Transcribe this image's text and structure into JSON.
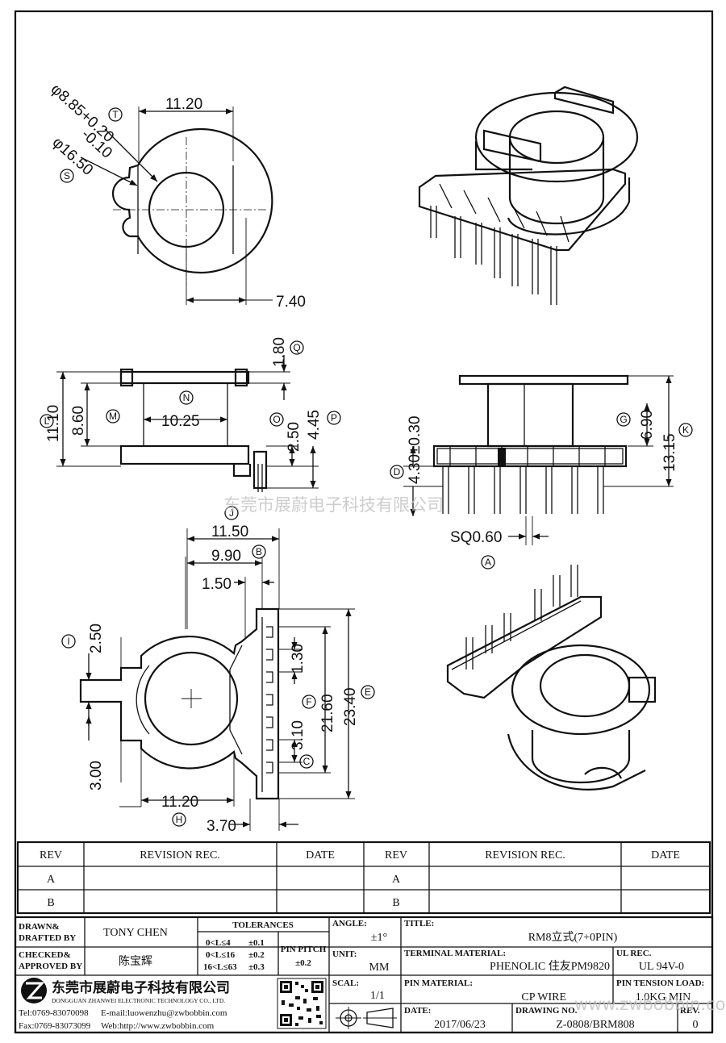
{
  "watermarks": {
    "company_cn": "东莞市展蔚电子科技有限公司",
    "website_footer": "www.zwbobbin.com"
  },
  "top_view": {
    "inner_diameter": "φ8.85+0.20",
    "inner_tolerance_low": "-0.10",
    "outer_diameter": "φ16.50",
    "width": "11.20",
    "offset": "7.40",
    "label_inner": "T",
    "label_outer": "S"
  },
  "side_view": {
    "flange_thickness": "1.80",
    "flange_thickness_label": "Q",
    "overall_height": "11.10",
    "overall_height_label": "L",
    "winding_height": "8.60",
    "winding_height_label": "M",
    "winding_width": "10.25",
    "winding_width_label": "N",
    "base_height": "2.50",
    "base_height_label": "O",
    "base_total": "4.45",
    "base_total_label": "P"
  },
  "front_view": {
    "pin_length": "4.30±0.30",
    "pin_length_label": "D",
    "body_height": "6.90",
    "body_height_label": "G",
    "total_height": "13.15",
    "total_height_label": "K",
    "pin_size": "SQ0.60",
    "pin_size_label": "A"
  },
  "bottom_view": {
    "width_total": "11.50",
    "width_total_label": "J",
    "pin_row_offset": "9.90",
    "pin_row_offset_label": "B",
    "pin_step": "1.50",
    "notch_width": "2.50",
    "notch_width_label": "I",
    "pin_gap": "1.30",
    "pin_span": "21.60",
    "pin_span_label": "F",
    "overall_length": "23.40",
    "overall_length_label": "E",
    "pitch": "3.10",
    "pitch_label": "C",
    "notch_depth": "3.00",
    "body_width": "11.20",
    "body_width_label": "H",
    "base_depth": "3.70"
  },
  "revision_table": {
    "headers": [
      "REV",
      "REVISION REC.",
      "DATE",
      "REV",
      "REVISION REC.",
      "DATE"
    ],
    "rows": [
      [
        "A",
        "",
        "",
        "A",
        "",
        ""
      ],
      [
        "B",
        "",
        "",
        "B",
        "",
        ""
      ]
    ]
  },
  "title_block": {
    "drawn_label": "DRAWN&",
    "drafted_label": "DRAFTED BY",
    "drawn_by": "TONY CHEN",
    "checked_label": "CHECKED&",
    "approved_label": "APPROVED BY",
    "approved_by": "陈宝辉",
    "tolerances_label": "TOLERANCES",
    "tol_rows": [
      {
        "range": "0<L≤4",
        "tol": "±0.1"
      },
      {
        "range": "0<L≤16",
        "tol": "±0.2"
      },
      {
        "range": "16<L≤63",
        "tol": "±0.3"
      }
    ],
    "pin_pitch_label": "PIN PITCH",
    "pin_pitch_tol": "±0.2",
    "angle_label": "ANGLE:",
    "angle_value": "±1°",
    "unit_label": "UNIT:",
    "unit_value": "MM",
    "scale_label": "SCAL:",
    "scale_value": "1/1",
    "title_label": "TITLE:",
    "title_value": "RM8立式(7+0PIN)",
    "terminal_material_label": "TERMINAL MATERIAL:",
    "terminal_material_value": "PHENOLIC 住友PM9820",
    "ul_label": "UL REC.",
    "ul_value": "UL 94V-0",
    "pin_material_label": "PIN MATERIAL:",
    "pin_material_value": "CP WIRE",
    "pin_tension_label": "PIN TENSION LOAD:",
    "pin_tension_value": "1.0KG MIN",
    "date_label": "DATE:",
    "date_value": "2017/06/23",
    "drawing_no_label": "DRAWING NO.",
    "drawing_no_value": "Z-0808/BRM808",
    "rev_label": "REV.",
    "rev_value": "0",
    "company_cn": "东莞市展蔚电子科技有限公司",
    "company_en": "DONGGUAN ZHANWEI ELECTRONIC TECHNOLOGY CO., LTD.",
    "tel": "Tel:0769-83070098",
    "email": "E-mail:luowenzhu@zwbobbin.com",
    "fax": "Fax:0769-83073099",
    "web": "Web:http://www.zwbobbin.com"
  }
}
